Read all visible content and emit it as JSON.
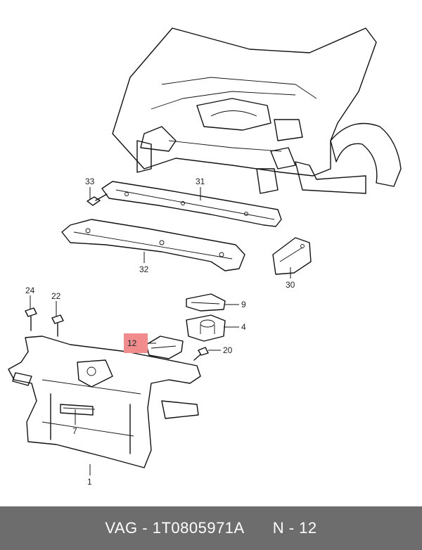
{
  "callouts": {
    "c33": "33",
    "c31": "31",
    "c32": "32",
    "c30": "30",
    "c24": "24",
    "c22": "22",
    "c9": "9",
    "c4": "4",
    "c12": "12",
    "c20": "20",
    "c7": "7",
    "c1": "1"
  },
  "highlight_color": "#f28b8b",
  "footer": {
    "part_number": "VAG - 1T0805971A",
    "diagram_ref": "N - 12"
  }
}
